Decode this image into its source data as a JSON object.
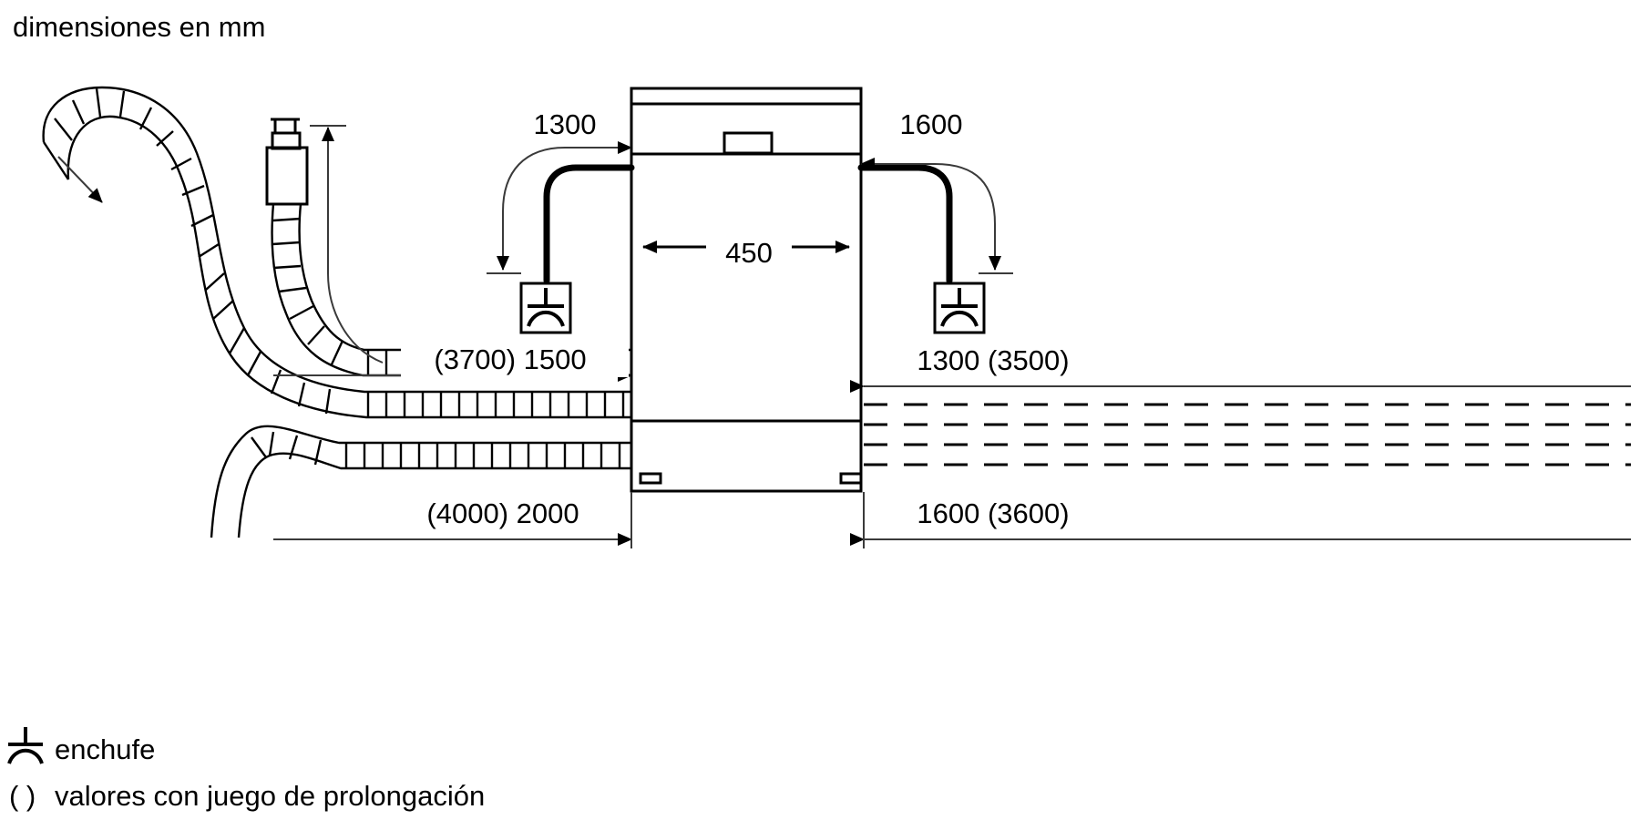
{
  "title": "dimensiones en mm",
  "appliance": {
    "name": "dishwasher",
    "width_label": "450"
  },
  "dimensions": {
    "top_left": "1300",
    "top_right": "1600",
    "mid_left": "(3700) 1500",
    "mid_right": "1300 (3500)",
    "bottom_left": "(4000) 2000",
    "bottom_right": "1600 (3600)"
  },
  "legend": {
    "socket": {
      "icon": "plug-icon",
      "label": "enchufe"
    },
    "extension": {
      "marker": "( )",
      "label": "valores con juego de prolongación"
    }
  },
  "icons": {
    "socket_box": "socket-symbol-icon",
    "plug": "plug-icon",
    "hose": "corrugated-hose-icon",
    "aquastop": "aquastop-valve-icon"
  },
  "colors": {
    "line": "#000000",
    "leader": "#3a3a3a",
    "background": "#ffffff"
  }
}
